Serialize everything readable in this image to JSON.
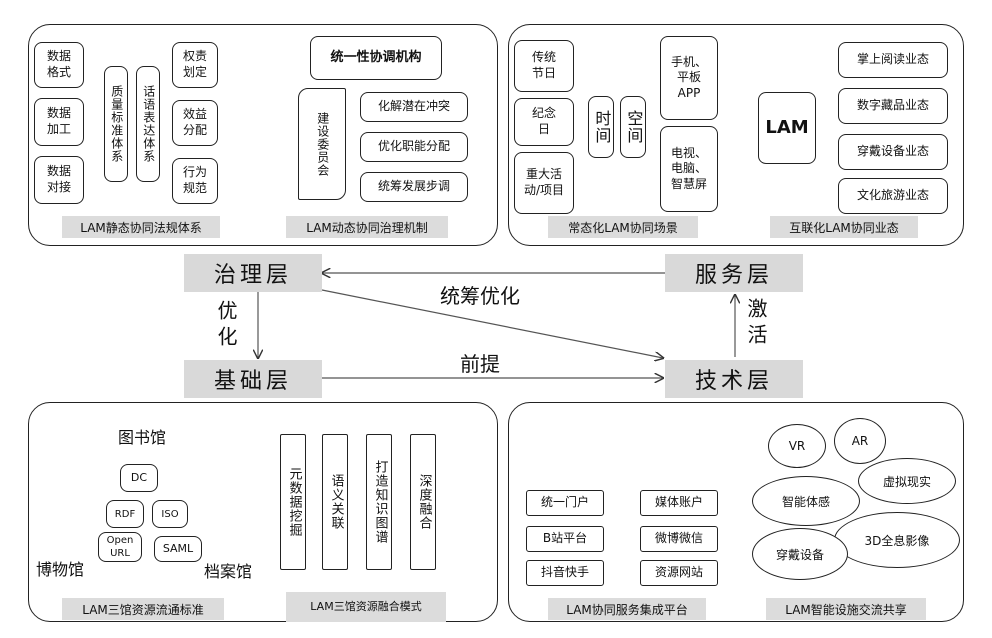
{
  "top_left": {
    "left_col": [
      "数据格式",
      "数据加工",
      "数据对接"
    ],
    "mid1": "质量标准体系",
    "mid2": "话语表达体系",
    "right_col": [
      "权责划定",
      "效益分配",
      "行为规范"
    ],
    "caption_a": "LAM静态协同法规体系",
    "top_box": "统一性协调机构",
    "scroll": "建设委员会",
    "actions": [
      "化解潜在冲突",
      "优化职能分配",
      "统筹发展步调"
    ],
    "caption_b": "LAM动态协同治理机制"
  },
  "top_right": {
    "left_col": [
      "传统节日",
      "纪念日",
      "重大活动/项目"
    ],
    "time": "时间",
    "space": "空间",
    "devices": [
      "手机、平板APP",
      "电视、电脑、智慧屏"
    ],
    "caption_a": "常态化LAM协同场景",
    "lam": "LAM",
    "formats": [
      "掌上阅读业态",
      "数字藏品业态",
      "穿戴设备业态",
      "文化旅游业态"
    ],
    "caption_b": "互联化LAM协同业态"
  },
  "layers": {
    "governance": "治理层",
    "service": "服务层",
    "foundation": "基础层",
    "technology": "技术层",
    "coordinate": "统筹优化",
    "optimize": "优化",
    "premise": "前提",
    "activate": "激活"
  },
  "bottom_left": {
    "library": "图书馆",
    "museum": "博物馆",
    "archive": "档案馆",
    "standards": [
      "DC",
      "RDF",
      "ISO",
      "Open URL",
      "SAML"
    ],
    "caption_a": "LAM三馆资源流通标准",
    "steps": [
      "元数据挖掘",
      "语义关联",
      "打造知识图谱",
      "深度融合"
    ],
    "caption_b": "LAM三馆资源融合模式"
  },
  "bottom_right": {
    "left_col": [
      "统一门户",
      "B站平台",
      "抖音快手"
    ],
    "right_col": [
      "媒体账户",
      "微博微信",
      "资源网站"
    ],
    "caption_a": "LAM协同服务集成平台",
    "ellipses": [
      "VR",
      "AR",
      "虚拟现实",
      "智能体感",
      "3D全息影像",
      "穿戴设备"
    ],
    "caption_b": "LAM智能设施交流共享"
  }
}
